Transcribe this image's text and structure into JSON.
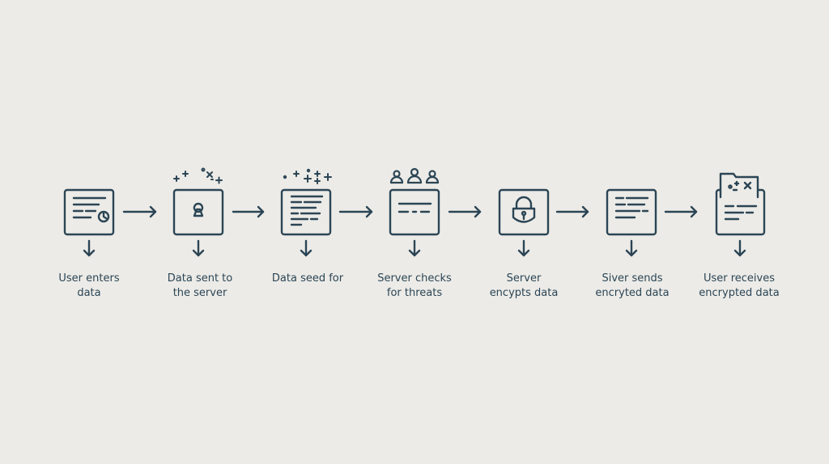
{
  "colors": {
    "background": "#ecebe7",
    "stroke": "#2b4555",
    "text": "#2b4555"
  },
  "steps": [
    {
      "id": "user-enters-data",
      "label_lines": [
        "User enters",
        "data"
      ],
      "icon": "form-with-clock-icon"
    },
    {
      "id": "data-sent-to-server",
      "label_lines": [
        "Data sent to",
        "the server"
      ],
      "icon": "keyhole-box-icon"
    },
    {
      "id": "data-seed-for",
      "label_lines": [
        "Data seed for"
      ],
      "icon": "document-lines-icon"
    },
    {
      "id": "server-checks-threats",
      "label_lines": [
        "Server checks",
        "for threats"
      ],
      "icon": "form-with-users-icon"
    },
    {
      "id": "server-encrypts-data",
      "label_lines": [
        "Server",
        "encypts data"
      ],
      "icon": "padlock-icon"
    },
    {
      "id": "server-sends-encrypted",
      "label_lines": [
        "Siver sends",
        "encryted data"
      ],
      "icon": "document-lines-icon"
    },
    {
      "id": "user-receives-data",
      "label_lines": [
        "User receives",
        "encrypted data"
      ],
      "icon": "folder-document-icon"
    }
  ]
}
